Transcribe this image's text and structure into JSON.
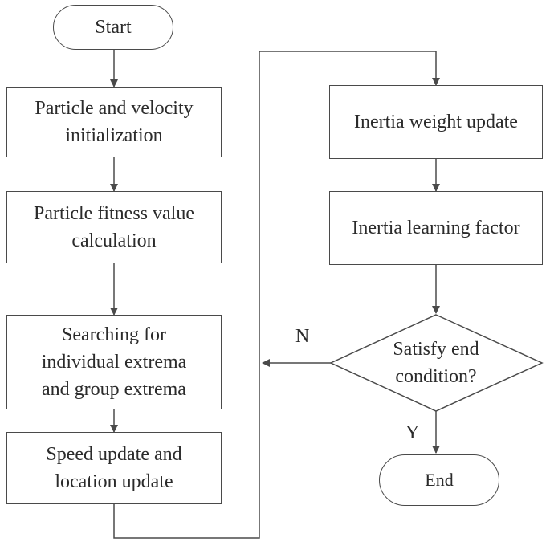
{
  "nodes": {
    "start": "Start",
    "init": "Particle and velocity\ninitialization",
    "fitness": "Particle fitness value\ncalculation",
    "search": "Searching for\nindividual extrema\nand group extrema",
    "speed": "Speed update and\nlocation update",
    "inertia_weight": "Inertia weight update",
    "learning_factor": "Inertia learning factor",
    "decision": "Satisfy end\ncondition?",
    "end": "End"
  },
  "edge_labels": {
    "no": "N",
    "yes": "Y"
  }
}
